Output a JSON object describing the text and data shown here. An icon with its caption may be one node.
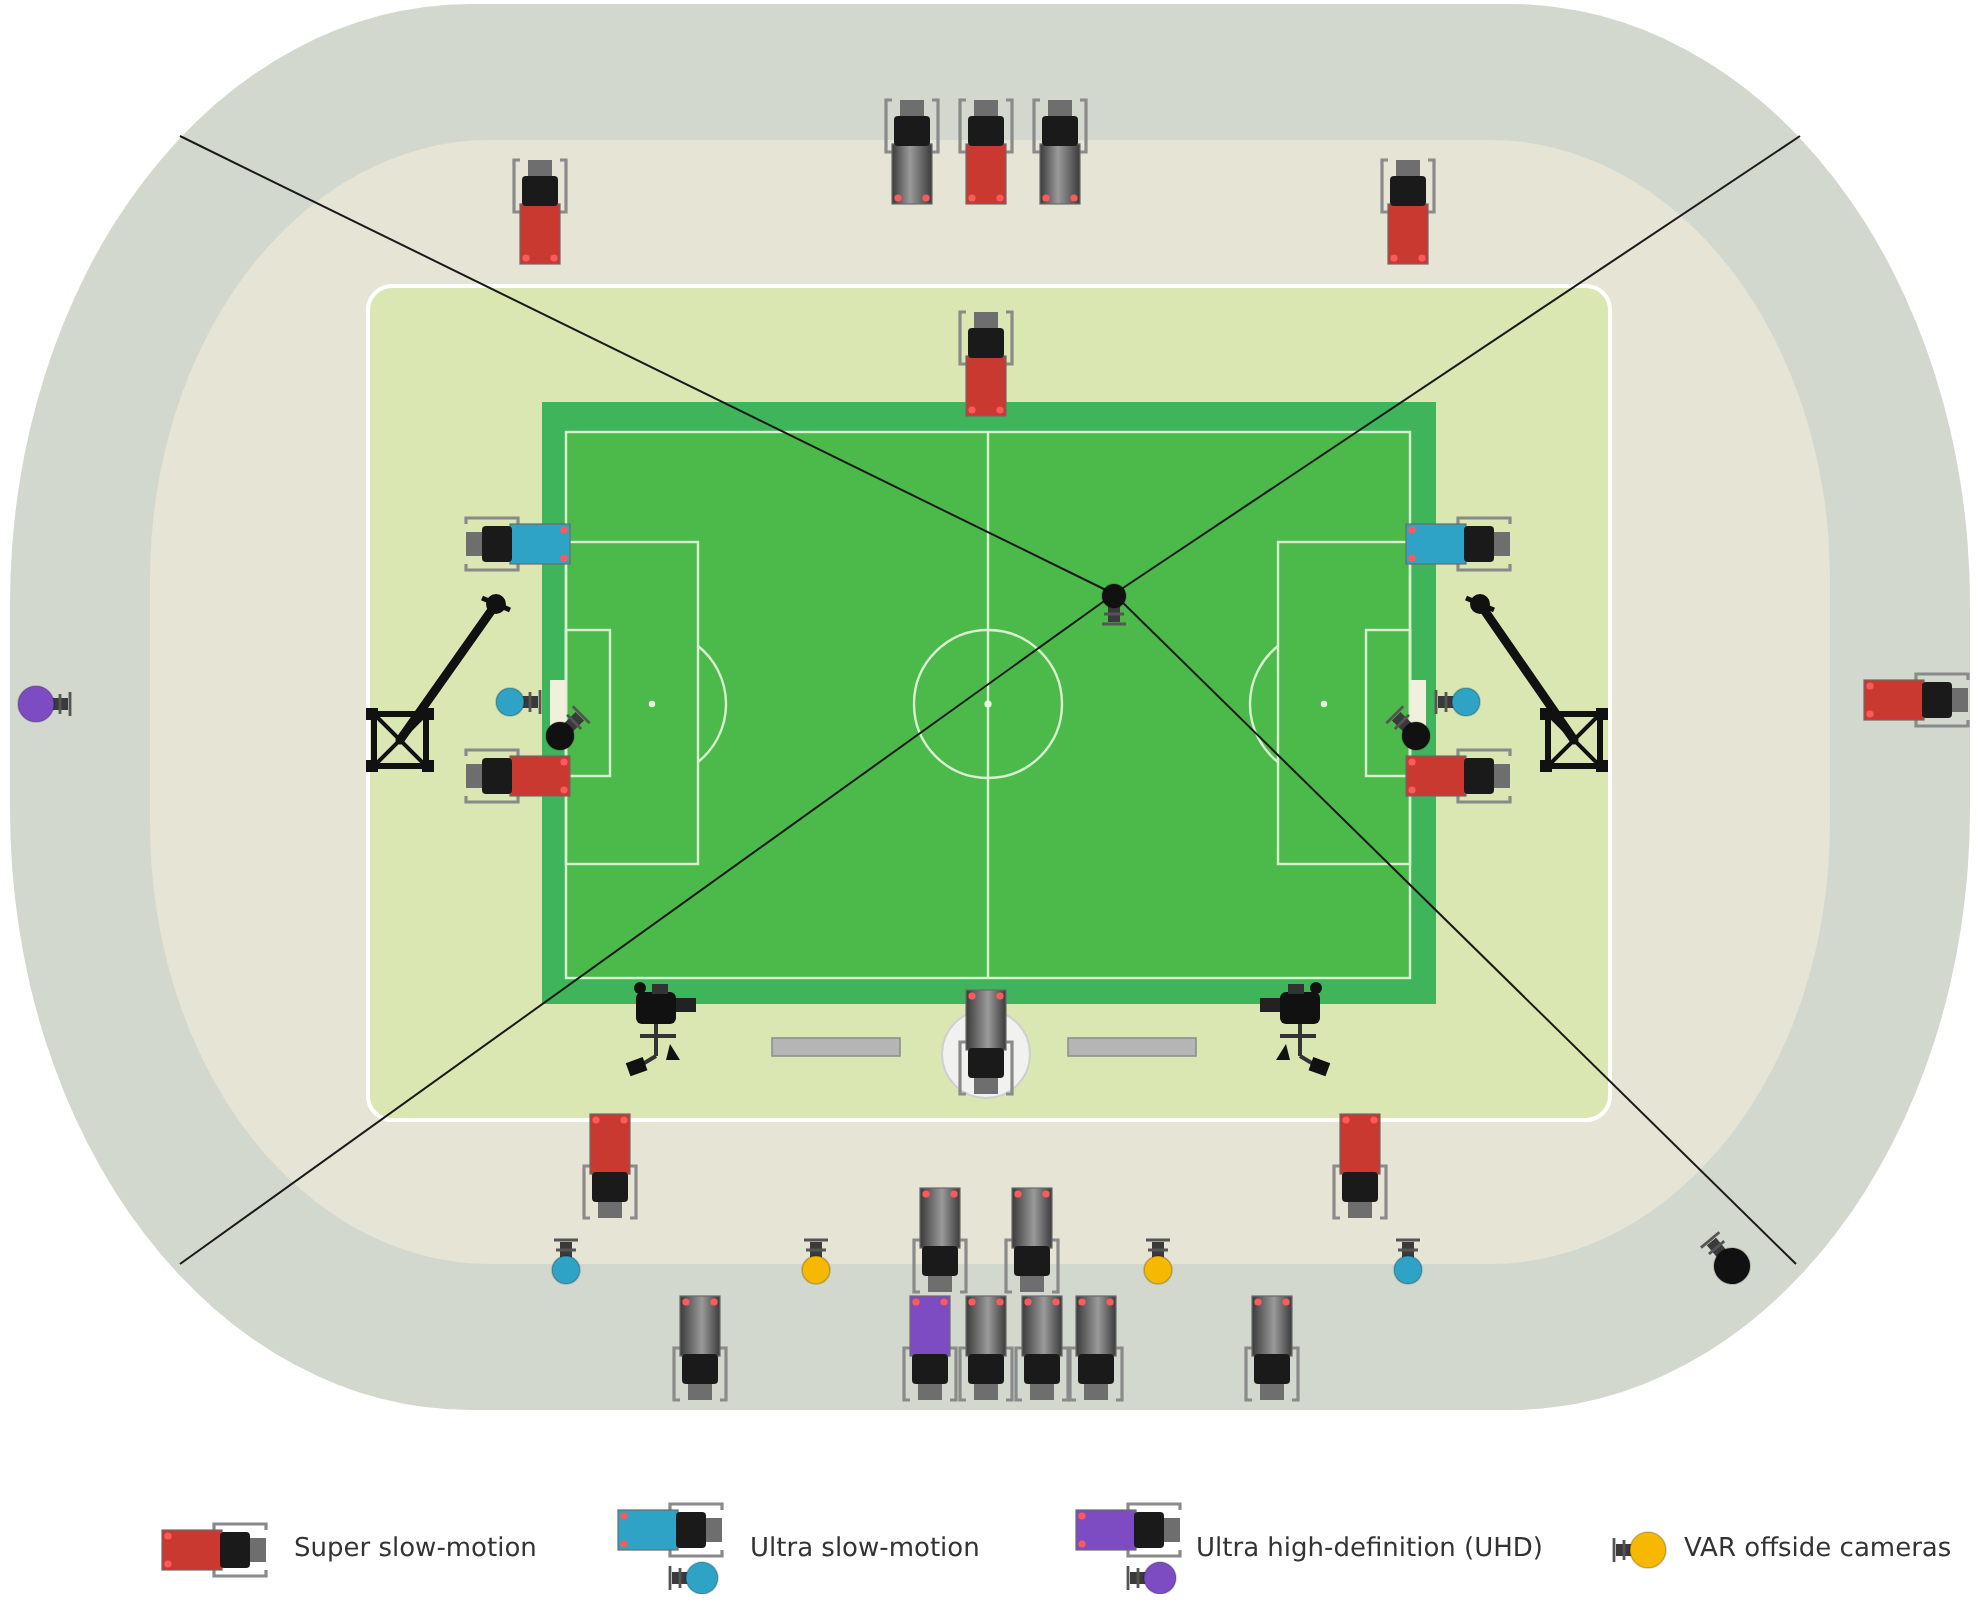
{
  "diagram": {
    "legend": [
      {
        "text": "Super slow-motion",
        "color": "#c9392f"
      },
      {
        "text": "Ultra slow-motion",
        "color": "#2fa3c6"
      },
      {
        "text": "Ultra high-definition (UHD)",
        "color": "#7d4cc2"
      },
      {
        "text": "VAR offside cameras",
        "color": "#f6b800"
      }
    ]
  }
}
